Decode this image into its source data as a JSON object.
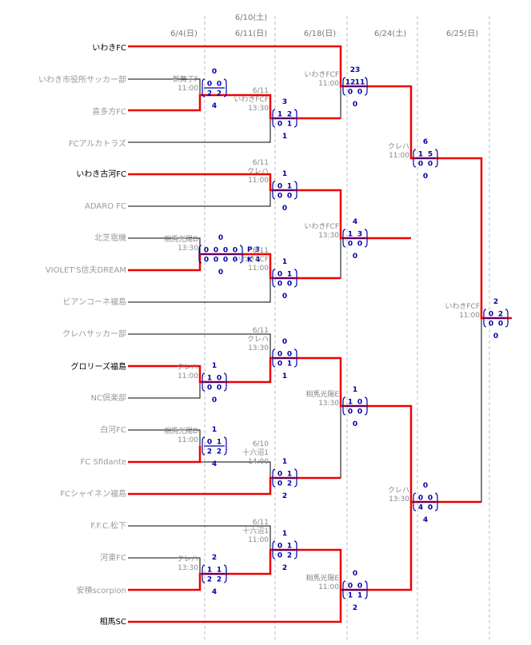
{
  "dates": [
    {
      "lines": [
        "6/4(日)"
      ]
    },
    {
      "lines": [
        "6/10(土)",
        "6/11(日)"
      ]
    },
    {
      "lines": [
        "6/18(日)"
      ]
    },
    {
      "lines": [
        "6/24(土)"
      ]
    },
    {
      "lines": [
        "6/25(日)"
      ]
    }
  ],
  "teams": [
    {
      "name": "いわきFC",
      "advanced": true
    },
    {
      "name": "いわき市役所サッカー部",
      "advanced": false
    },
    {
      "name": "喜多方FC",
      "advanced": false
    },
    {
      "name": "FCアルカトラズ",
      "advanced": false
    },
    {
      "name": "いわき古河FC",
      "advanced": true
    },
    {
      "name": "ADARO FC",
      "advanced": false
    },
    {
      "name": "北芝電機",
      "advanced": false
    },
    {
      "name": "VIOLET'S信夫DREAM",
      "advanced": false
    },
    {
      "name": "ビアンコーネ福島",
      "advanced": false
    },
    {
      "name": "クレハサッカー部",
      "advanced": false
    },
    {
      "name": "グロリーズ福島",
      "advanced": true
    },
    {
      "name": "NC倶楽部",
      "advanced": false
    },
    {
      "name": "白河FC",
      "advanced": false
    },
    {
      "name": "FC Sfidante",
      "advanced": false
    },
    {
      "name": "FCシャイネン福島",
      "advanced": false
    },
    {
      "name": "F.F.C.松下",
      "advanced": false
    },
    {
      "name": "河東FC",
      "advanced": false
    },
    {
      "name": "安積scorpion",
      "advanced": false
    },
    {
      "name": "相馬SC",
      "advanced": true
    }
  ],
  "matches": [
    {
      "id": "r1a",
      "venue": [
        "新舞子F",
        "11:00"
      ],
      "score_top": "0",
      "score_bottom": "4",
      "halves_top": [
        "0",
        "0"
      ],
      "halves_bottom": [
        "2",
        "2"
      ],
      "pk": null
    },
    {
      "id": "r1b",
      "venue": [
        "相馬光陽D",
        "13:30"
      ],
      "score_top": "0",
      "score_bottom": "0",
      "halves_top": [
        "0",
        "0",
        "0",
        "0"
      ],
      "halves_bottom": [
        "0",
        "0",
        "0",
        "0"
      ],
      "pk": {
        "top": "P 3",
        "bottom": "K 4"
      }
    },
    {
      "id": "r1c",
      "venue": [
        "クレハ",
        "11:00"
      ],
      "score_top": "1",
      "score_bottom": "0",
      "halves_top": [
        "1",
        "0"
      ],
      "halves_bottom": [
        "0",
        "0"
      ],
      "pk": null
    },
    {
      "id": "r1d",
      "venue": [
        "相馬光陽D",
        "11:00"
      ],
      "score_top": "1",
      "score_bottom": "4",
      "halves_top": [
        "0",
        "1"
      ],
      "halves_bottom": [
        "2",
        "2"
      ],
      "pk": null
    },
    {
      "id": "r1e",
      "venue": [
        "クレハ",
        "13:30"
      ],
      "score_top": "2",
      "score_bottom": "4",
      "halves_top": [
        "1",
        "1"
      ],
      "halves_bottom": [
        "2",
        "2"
      ],
      "pk": null
    },
    {
      "id": "r2a",
      "venue": [
        "6/11",
        "いわきFCF",
        "13:30"
      ],
      "score_top": "3",
      "score_bottom": "1",
      "halves_top": [
        "1",
        "2"
      ],
      "halves_bottom": [
        "0",
        "1"
      ],
      "pk": null
    },
    {
      "id": "r2b",
      "venue": [
        "6/11",
        "クレハ",
        "11:00"
      ],
      "score_top": "1",
      "score_bottom": "0",
      "halves_top": [
        "0",
        "1"
      ],
      "halves_bottom": [
        "0",
        "0"
      ],
      "pk": null
    },
    {
      "id": "r2c",
      "venue": [
        "6/11",
        "いわきFCF",
        "11:00"
      ],
      "score_top": "1",
      "score_bottom": "0",
      "halves_top": [
        "0",
        "1"
      ],
      "halves_bottom": [
        "0",
        "0"
      ],
      "pk": null
    },
    {
      "id": "r2d",
      "venue": [
        "6/11",
        "クレハ",
        "13:30"
      ],
      "score_top": "0",
      "score_bottom": "1",
      "halves_top": [
        "0",
        "0"
      ],
      "halves_bottom": [
        "0",
        "1"
      ],
      "pk": null
    },
    {
      "id": "r2e",
      "venue": [
        "6/10",
        "十六沼1",
        "14:00"
      ],
      "score_top": "1",
      "score_bottom": "2",
      "halves_top": [
        "0",
        "1"
      ],
      "halves_bottom": [
        "0",
        "2"
      ],
      "pk": null
    },
    {
      "id": "r2f",
      "venue": [
        "6/11",
        "十六沼1",
        "11:00"
      ],
      "score_top": "1",
      "score_bottom": "2",
      "halves_top": [
        "0",
        "1"
      ],
      "halves_bottom": [
        "0",
        "2"
      ],
      "pk": null
    },
    {
      "id": "r3a",
      "venue": [
        "いわきFCF",
        "11:00"
      ],
      "score_top": "23",
      "score_bottom": "0",
      "halves_top": [
        "12",
        "11"
      ],
      "halves_bottom": [
        "0",
        "0"
      ],
      "pk": null
    },
    {
      "id": "r3b",
      "venue": [
        "いわきFCF",
        "13:30"
      ],
      "score_top": "4",
      "score_bottom": "0",
      "halves_top": [
        "1",
        "3"
      ],
      "halves_bottom": [
        "0",
        "0"
      ],
      "pk": null
    },
    {
      "id": "r3c",
      "venue": [
        "相馬光陽E",
        "13:30"
      ],
      "score_top": "1",
      "score_bottom": "0",
      "halves_top": [
        "1",
        "0"
      ],
      "halves_bottom": [
        "0",
        "0"
      ],
      "pk": null
    },
    {
      "id": "r3d",
      "venue": [
        "相馬光陽E",
        "11:00"
      ],
      "score_top": "0",
      "score_bottom": "2",
      "halves_top": [
        "0",
        "0"
      ],
      "halves_bottom": [
        "1",
        "1"
      ],
      "pk": null
    },
    {
      "id": "sfa",
      "venue": [
        "クレハ",
        "11:00"
      ],
      "score_top": "6",
      "score_bottom": "0",
      "halves_top": [
        "1",
        "5"
      ],
      "halves_bottom": [
        "0",
        "0"
      ],
      "pk": null
    },
    {
      "id": "sfb",
      "venue": [
        "クレハ",
        "13:30"
      ],
      "score_top": "0",
      "score_bottom": "4",
      "halves_top": [
        "0",
        "0"
      ],
      "halves_bottom": [
        "4",
        "0"
      ],
      "pk": null
    },
    {
      "id": "final",
      "venue": [
        "いわきFCF",
        "11:00"
      ],
      "score_top": "2",
      "score_bottom": "0",
      "halves_top": [
        "0",
        "2"
      ],
      "halves_bottom": [
        "0",
        "0"
      ],
      "pk": null
    }
  ]
}
